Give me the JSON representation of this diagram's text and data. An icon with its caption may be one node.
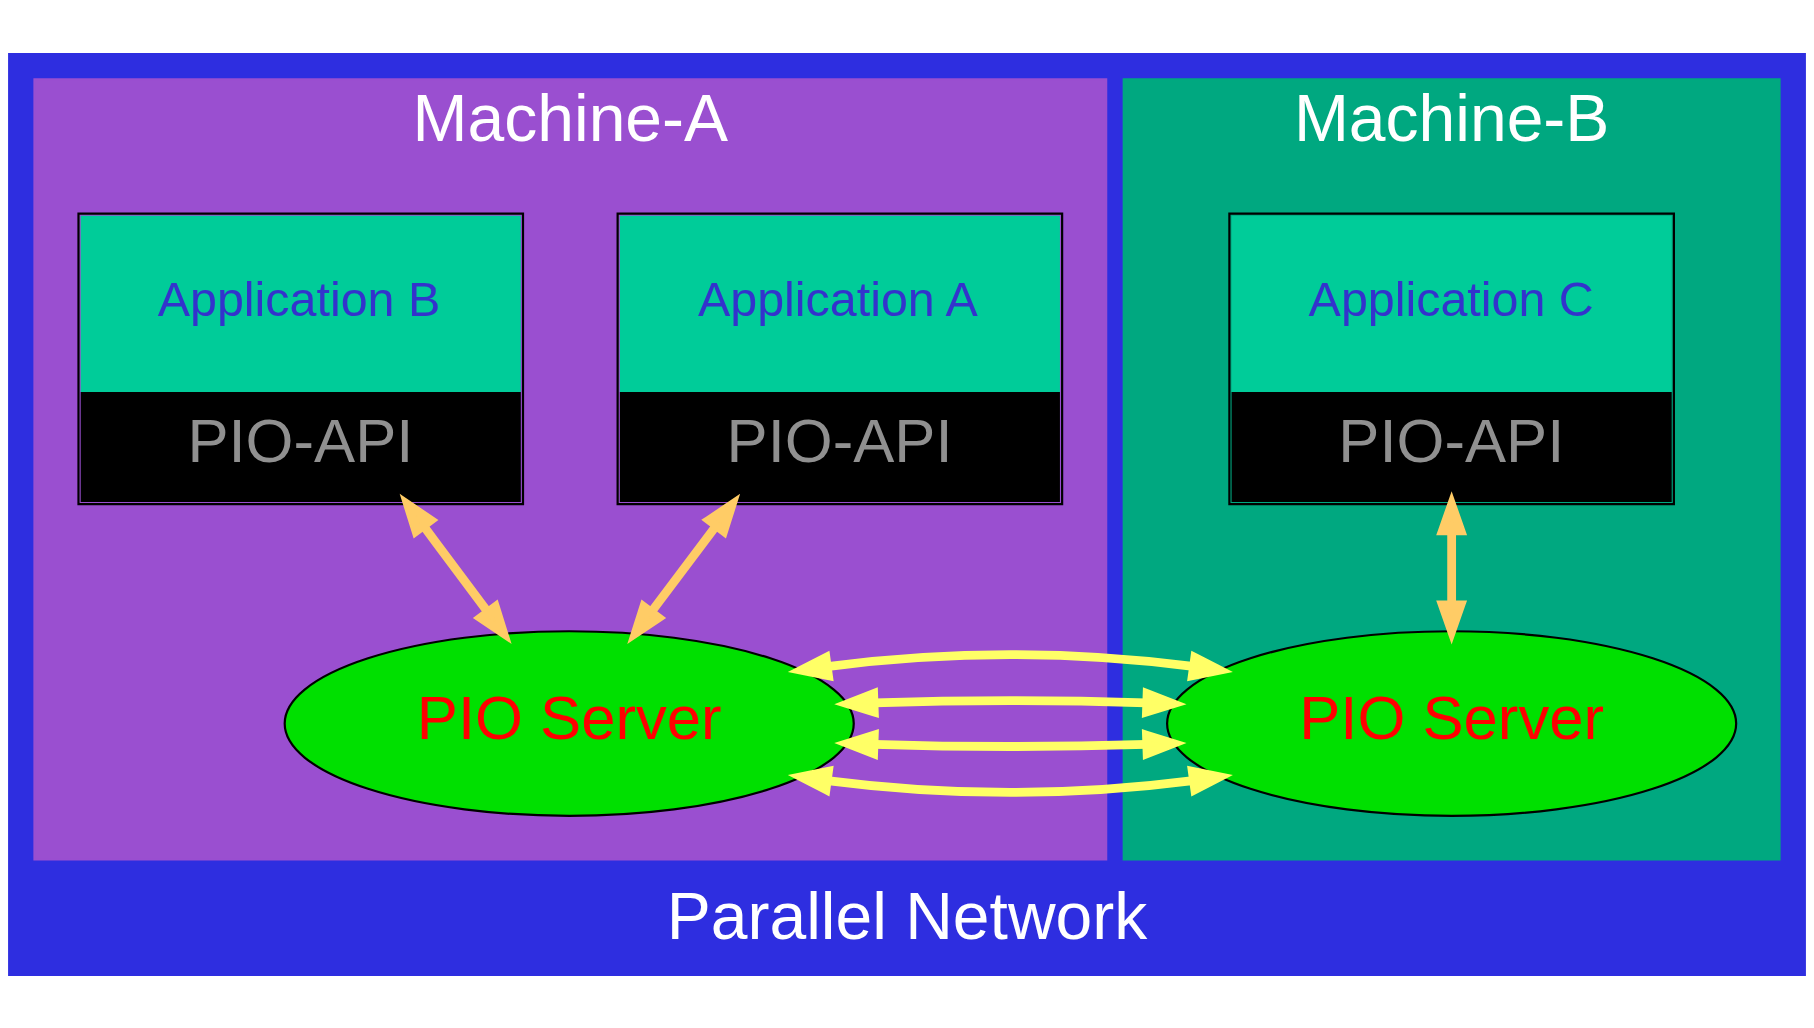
{
  "diagram": {
    "caption": "Parallel Network",
    "nodes": [
      {
        "text": [
          "Machine-A"
        ]
      },
      {
        "text": [
          "Application A",
          "PIO-API"
        ],
        "in": 0
      },
      {
        "text": [
          "Application B",
          "PIO-API"
        ],
        "in": 0
      },
      {
        "text": [
          "PIO Server"
        ],
        "in": 0
      },
      {
        "text": [
          "Machine-B"
        ]
      },
      {
        "text": [
          "Application C",
          "PIO-API"
        ],
        "in": 4
      },
      {
        "text": [
          "PIO Server"
        ],
        "in": 4
      }
    ],
    "edges": [
      {
        "from": 1,
        "to": 3,
        "arrow": "both",
        "color": "#ffcc66"
      },
      {
        "from": 2,
        "to": 3,
        "arrow": "both",
        "color": "#ffcc66"
      },
      {
        "from": 5,
        "to": 6,
        "arrow": "both",
        "color": "#ffcc66"
      },
      {
        "from": 3,
        "to": 6,
        "arrow": "both",
        "color": "#ffff66"
      },
      {
        "from": 3,
        "to": 6,
        "arrow": "both",
        "color": "#ffff66"
      },
      {
        "from": 3,
        "to": 6,
        "arrow": "both",
        "color": "#ffff66"
      },
      {
        "from": 3,
        "to": 6,
        "arrow": "both",
        "color": "#ffff66"
      }
    ]
  }
}
